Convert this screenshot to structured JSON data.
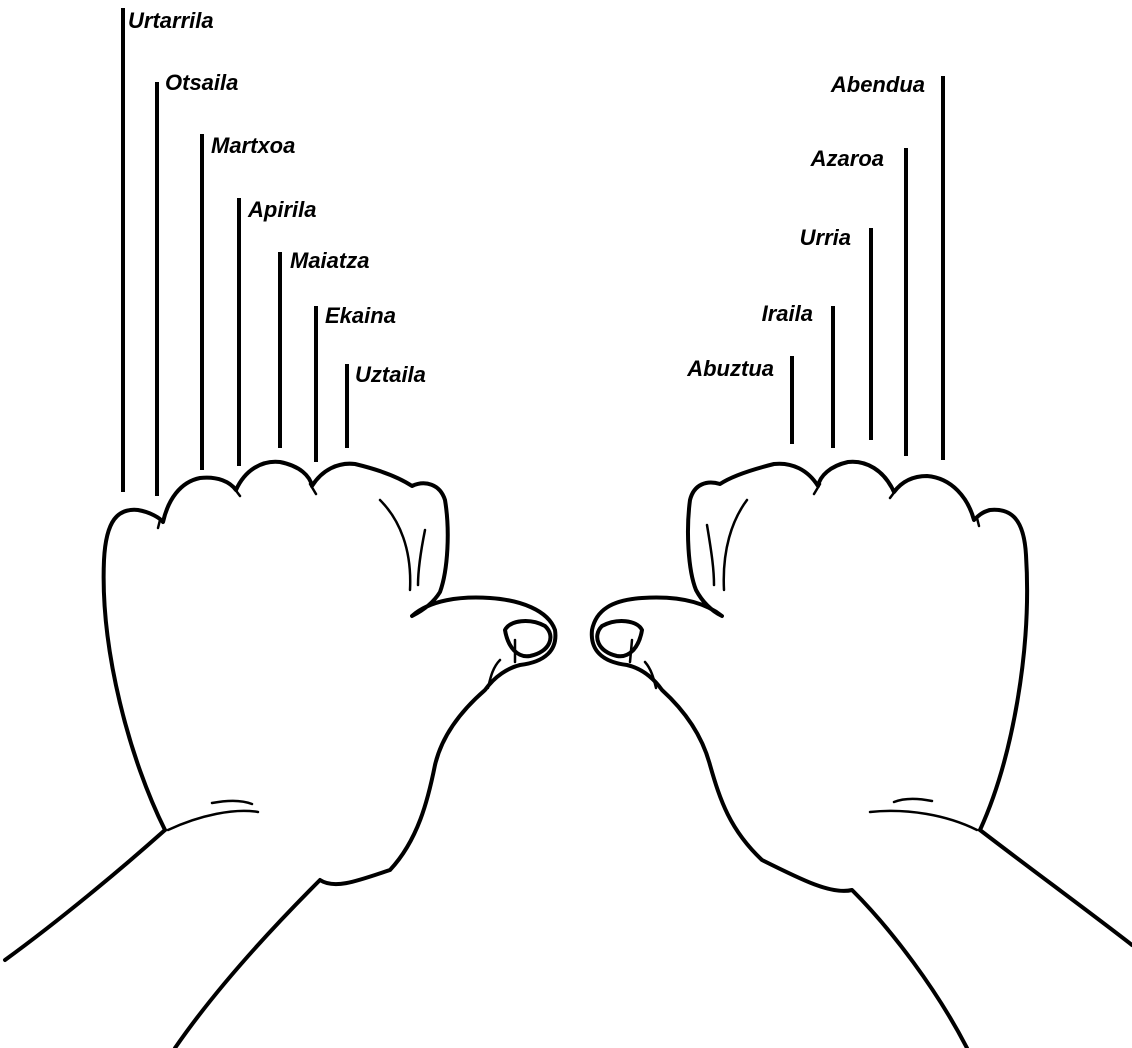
{
  "left_hand": {
    "months": [
      "Urtarrila",
      "Otsaila",
      "Martxoa",
      "Apirila",
      "Maiatza",
      "Ekaina",
      "Uztaila"
    ]
  },
  "right_hand": {
    "months": [
      "Abuztua",
      "Iraila",
      "Urria",
      "Azaroa",
      "Abendua"
    ]
  },
  "colors": {
    "ink": "#000000",
    "background": "#ffffff"
  }
}
